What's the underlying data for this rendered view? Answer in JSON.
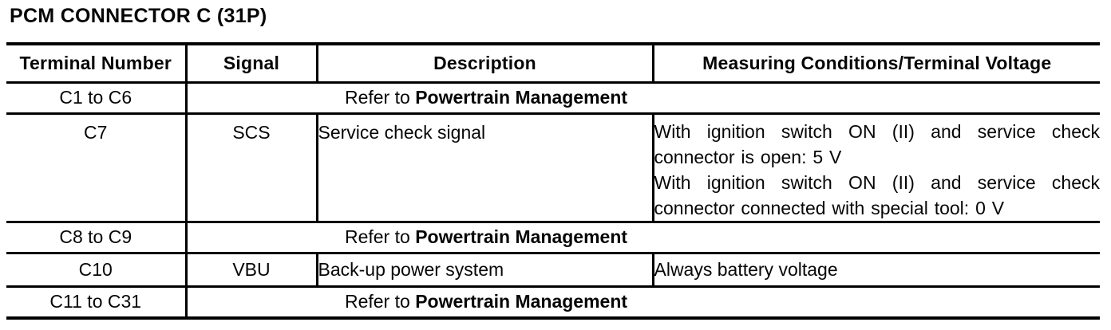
{
  "title": "PCM CONNECTOR C (31P)",
  "table": {
    "headers": {
      "terminal": "Terminal Number",
      "signal": "Signal",
      "description": "Description",
      "conditions": "Measuring Conditions/Terminal Voltage"
    },
    "refer": {
      "prefix": "Refer to ",
      "target": "Powertrain Management"
    },
    "rows": [
      {
        "type": "refer",
        "terminal": "C1 to C6"
      },
      {
        "type": "data",
        "terminal": "C7",
        "signal": "SCS",
        "description": "Service check signal",
        "conditions": [
          "With ignition switch ON (II) and service check connector is open: 5 V",
          "With ignition switch ON (II) and service check connector connected with special tool: 0 V"
        ]
      },
      {
        "type": "refer",
        "terminal": "C8 to C9"
      },
      {
        "type": "data",
        "terminal": "C10",
        "signal": "VBU",
        "description": "Back-up power system",
        "conditions": [
          "Always battery voltage"
        ]
      },
      {
        "type": "refer",
        "terminal": "C11 to C31"
      }
    ]
  }
}
